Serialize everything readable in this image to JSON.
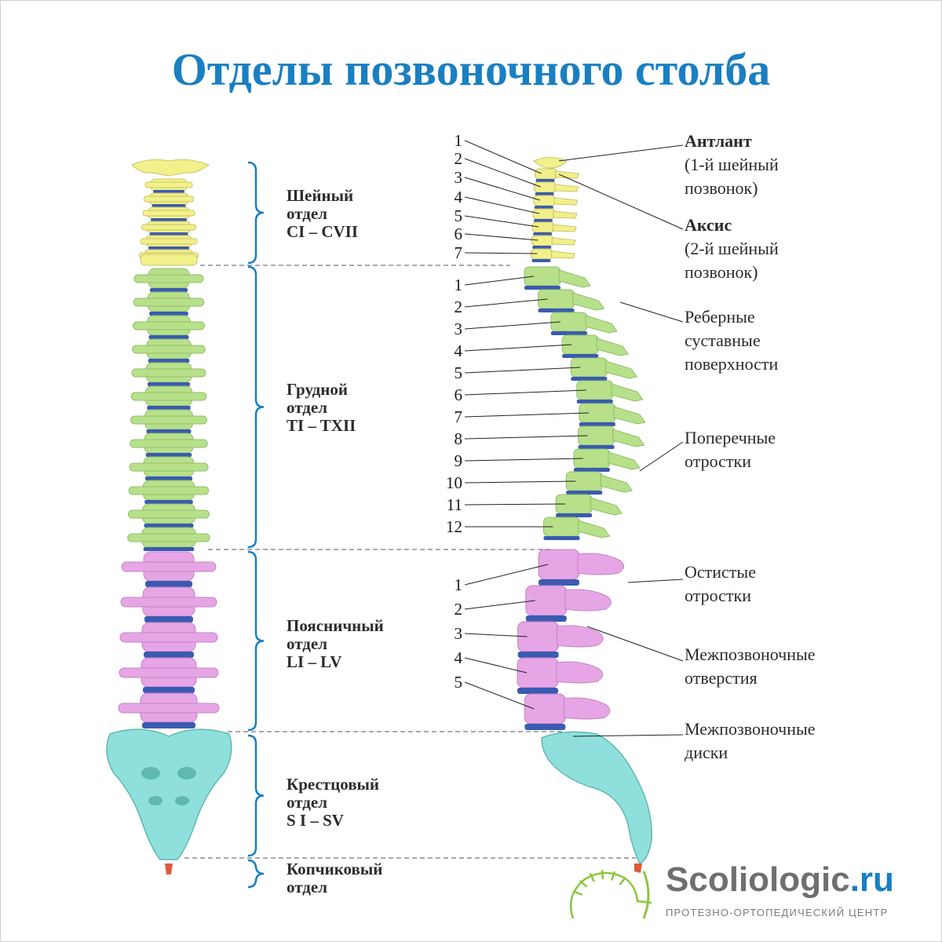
{
  "title": "Отделы позвоночного столба",
  "sections": [
    {
      "name": "Шейный",
      "sub": "отдел",
      "range": "CI – CVII"
    },
    {
      "name": "Грудной",
      "sub": "отдел",
      "range": "TI – TXII"
    },
    {
      "name": "Поясничный",
      "sub": "отдел",
      "range": "LI – LV"
    },
    {
      "name": "Крестцовый",
      "sub": "отдел",
      "range": "S I – SV"
    },
    {
      "name": "Копчиковый",
      "sub": "отдел",
      "range": ""
    }
  ],
  "numbers": {
    "cervical": [
      "1",
      "2",
      "3",
      "4",
      "5",
      "6",
      "7"
    ],
    "thoracic": [
      "1",
      "2",
      "3",
      "4",
      "5",
      "6",
      "7",
      "8",
      "9",
      "10",
      "11",
      "12"
    ],
    "lumbar": [
      "1",
      "2",
      "3",
      "4",
      "5"
    ]
  },
  "annotations": {
    "atlas": {
      "name": "Антлант",
      "line1": "(1-й шейный",
      "line2": "позвонок)"
    },
    "axis": {
      "name": "Аксис",
      "line1": "(2-й шейный",
      "line2": "позвонок)"
    },
    "rib_facets": [
      "Реберные",
      "суставные",
      "поверхности"
    ],
    "transverse": [
      "Поперечные",
      "отростки"
    ],
    "spinous": [
      "Остистые",
      "отростки"
    ],
    "foramina": [
      "Межпозвоночные",
      "отверстия"
    ],
    "discs": [
      "Межпозвоночные",
      "диски"
    ]
  },
  "logo": {
    "brand": "Scoliologic",
    "tld": ".ru",
    "tagline": "ПРОТЕЗНО-ОРТОПЕДИЧЕСКИЙ ЦЕНТР"
  },
  "colors": {
    "title": "#1a7fc1",
    "cervical": "#f2f08a",
    "thoracic": "#b8e08a",
    "lumbar": "#e6a6e6",
    "sacrum": "#8fe0dc",
    "disc": "#3a5bb0",
    "coccyx": "#e05a3a"
  }
}
